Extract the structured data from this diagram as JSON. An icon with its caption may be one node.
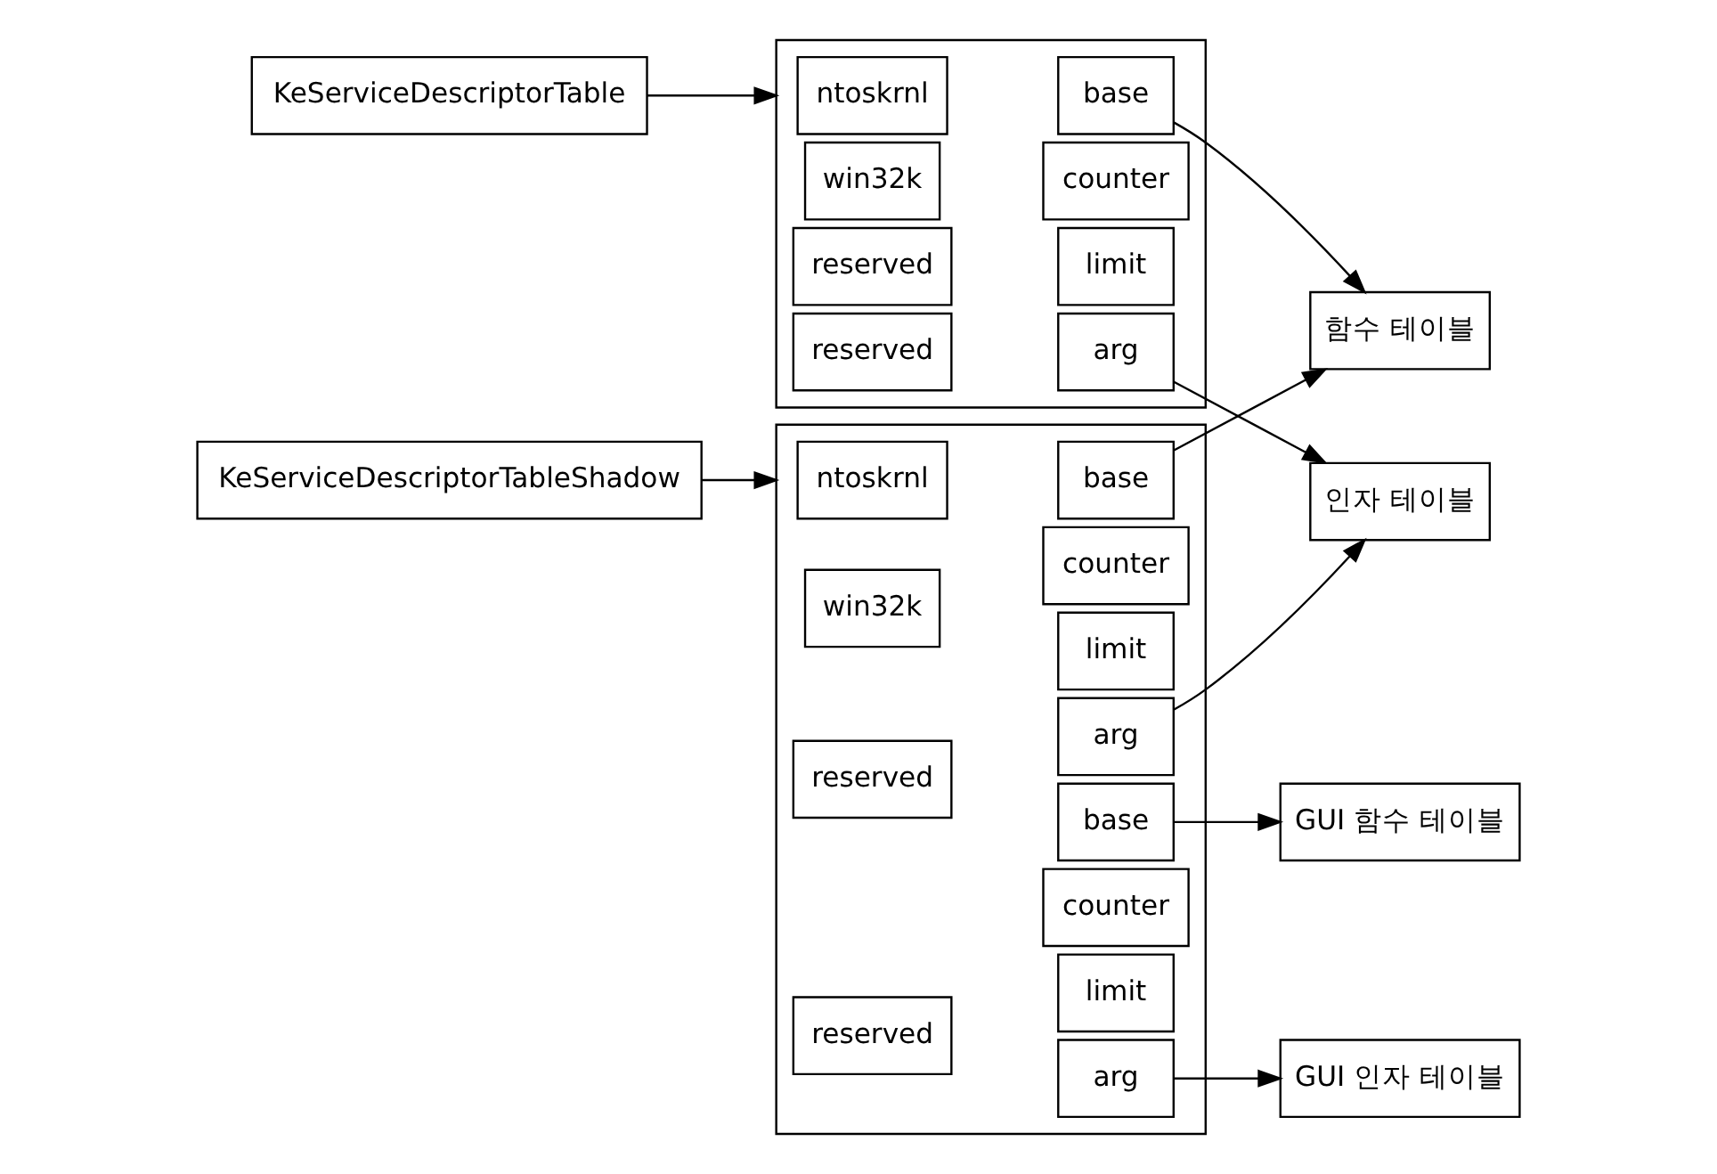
{
  "diagram": {
    "nodes": [
      {
        "text": [
          "KeServiceDescriptorTable"
        ]
      },
      {
        "text": [],
        "shape": "box"
      },
      {
        "text": [
          "ntoskrnl"
        ],
        "in": 1
      },
      {
        "text": [
          "base"
        ],
        "in": 1
      },
      {
        "text": [
          "counter"
        ],
        "in": 1
      },
      {
        "text": [
          "limit"
        ],
        "in": 1
      },
      {
        "text": [
          "arg"
        ],
        "in": 1
      },
      {
        "text": [
          "win32k"
        ],
        "in": 1
      },
      {
        "text": [
          "reserved"
        ],
        "in": 1
      },
      {
        "text": [
          "reserved"
        ],
        "in": 1
      },
      {
        "text": [
          "함수 테이블"
        ]
      },
      {
        "text": [
          "인자 테이블"
        ]
      },
      {
        "text": [
          "KeServiceDescriptorTableShadow"
        ]
      },
      {
        "text": [],
        "shape": "box"
      },
      {
        "text": [
          "ntoskrnl"
        ],
        "in": 13
      },
      {
        "text": [
          "base"
        ],
        "in": 13
      },
      {
        "text": [
          "counter"
        ],
        "in": 13
      },
      {
        "text": [
          "limit"
        ],
        "in": 13
      },
      {
        "text": [
          "arg"
        ],
        "in": 13
      },
      {
        "text": [
          "win32k"
        ],
        "in": 13
      },
      {
        "text": [
          "base"
        ],
        "in": 13
      },
      {
        "text": [
          "counter"
        ],
        "in": 13
      },
      {
        "text": [
          "limit"
        ],
        "in": 13
      },
      {
        "text": [
          "arg"
        ],
        "in": 13
      },
      {
        "text": [
          "reserved"
        ],
        "in": 13
      },
      {
        "text": [
          "reserved"
        ],
        "in": 13
      },
      {
        "text": [
          "GUI 함수 테이블"
        ]
      },
      {
        "text": [
          "GUI 인자 테이블"
        ]
      }
    ],
    "edges": [
      {
        "from": 0,
        "to": 1,
        "arrow": "to"
      },
      {
        "from": 3,
        "to": 10,
        "arrow": "to"
      },
      {
        "from": 6,
        "to": 11,
        "arrow": "to"
      },
      {
        "from": 12,
        "to": 13,
        "arrow": "to"
      },
      {
        "from": 15,
        "to": 10,
        "arrow": "to"
      },
      {
        "from": 18,
        "to": 11,
        "arrow": "to"
      },
      {
        "from": 20,
        "to": 26,
        "arrow": "to"
      },
      {
        "from": 23,
        "to": 27,
        "arrow": "to"
      }
    ]
  }
}
